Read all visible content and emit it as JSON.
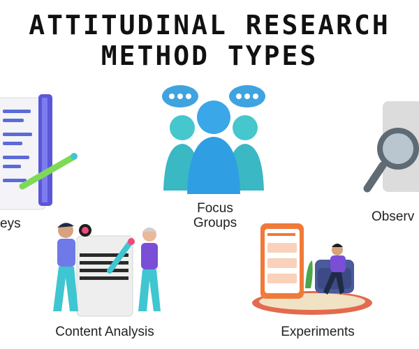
{
  "title": {
    "line1": "ATTITUDINAL RESEARCH",
    "line2": "METHOD TYPES"
  },
  "methods": [
    {
      "label": "eys",
      "icon": "survey-clipboard-icon"
    },
    {
      "label_line1": "Focus",
      "label_line2": "Groups",
      "icon": "focus-group-people-icon"
    },
    {
      "label": "Observ",
      "icon": "magnifying-glass-icon"
    },
    {
      "label": "Content Analysis",
      "icon": "content-analysis-people-icon"
    },
    {
      "label": "Experiments",
      "icon": "experiment-phone-review-icon"
    }
  ],
  "colors": {
    "text": "#111111",
    "teal": "#3fc6d0",
    "blue_tab": "#5b5bd6",
    "green_pencil": "#7ed957",
    "orange_frame": "#f07a3a",
    "red_mat": "#e46a4e"
  }
}
